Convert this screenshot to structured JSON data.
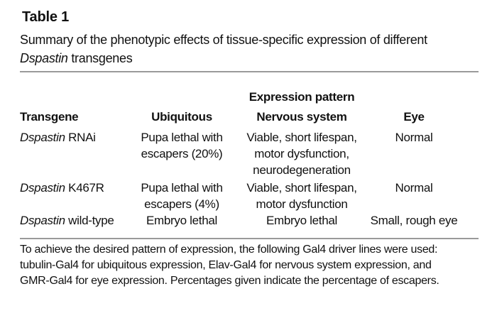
{
  "page": {
    "background": "#ffffff",
    "text_color": "#111111",
    "rule_color": "#9a9a9a"
  },
  "header": {
    "label": "Table 1",
    "caption_line1": "Summary of the phenotypic effects of tissue-specific expression of different",
    "caption_line2": {
      "italic": "Dspastin",
      "rest": " transgenes"
    }
  },
  "table": {
    "group_header": "Expression pattern",
    "columns": [
      "Transgene",
      "Ubiquitous",
      "Nervous system",
      "Eye"
    ],
    "rows": [
      {
        "transgene": {
          "italic": "Dspastin",
          "rest": " RNAi"
        },
        "ubiquitous": [
          "Pupa lethal with",
          "escapers (20%)"
        ],
        "nervous_system": [
          "Viable, short lifespan,",
          "motor dysfunction,",
          "neurodegeneration"
        ],
        "eye": "Normal"
      },
      {
        "transgene": {
          "italic": "Dspastin",
          "rest": " K467R"
        },
        "ubiquitous": [
          "Pupa lethal with",
          "escapers (4%)"
        ],
        "nervous_system": [
          "Viable, short lifespan,",
          "motor dysfunction"
        ],
        "eye": "Normal"
      },
      {
        "transgene": {
          "italic": "Dspastin",
          "rest": " wild-type"
        },
        "ubiquitous": [
          "Embryo lethal"
        ],
        "nervous_system": [
          "Embryo lethal"
        ],
        "eye": "Small, rough eye"
      }
    ]
  },
  "footnote": {
    "lines": [
      "To achieve the desired pattern of expression, the following Gal4 driver lines were used:",
      "tubulin-Gal4 for ubiquitous expression, Elav-Gal4 for nervous system expression, and",
      "GMR-Gal4 for eye expression. Percentages given indicate the percentage of escapers."
    ]
  }
}
